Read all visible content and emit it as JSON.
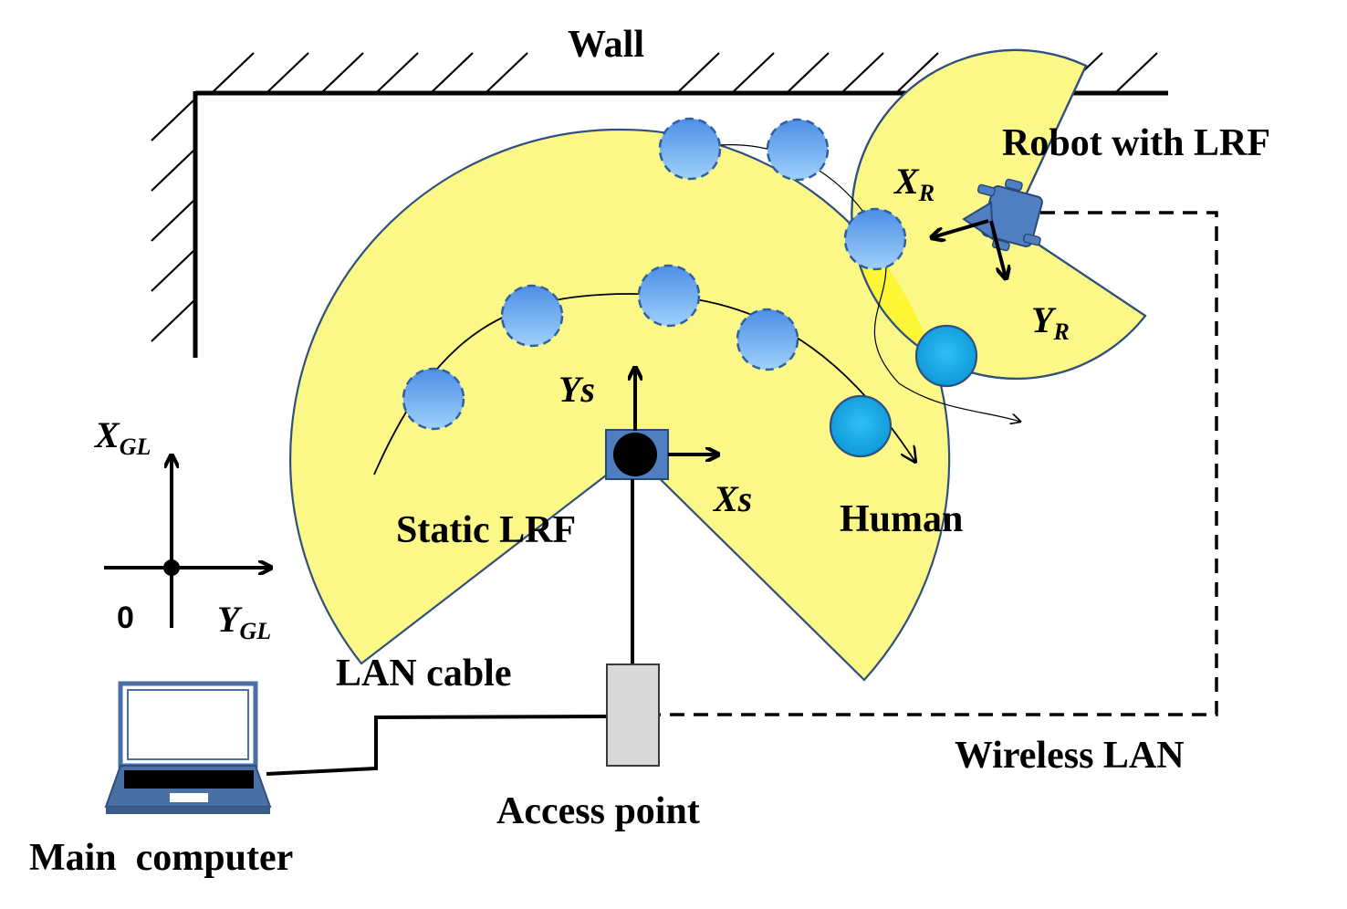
{
  "labels": {
    "wall": "Wall",
    "robot": "Robot with LRF",
    "static_lrf": "Static LRF",
    "human": "Human",
    "lan_cable": "LAN cable",
    "wireless_lan": "Wireless LAN",
    "access_point": "Access point",
    "main_computer": "Main  computer",
    "origin": "0"
  },
  "axes": {
    "global_x": {
      "main": "X",
      "sub": "GL"
    },
    "global_y": {
      "main": "Y",
      "sub": "GL"
    },
    "sensor_x": {
      "main": "Xs"
    },
    "sensor_y": {
      "main": "Ys"
    },
    "robot_x": {
      "main": "X",
      "sub": "R"
    },
    "robot_y": {
      "main": "Y",
      "sub": "R"
    }
  },
  "colors": {
    "scan_area": "#fcf887",
    "scan_outline": "#2f4f7f",
    "overlap": "#fcf52e",
    "human_past": "#6aa8f0",
    "human_current": "#1aa7e6",
    "device": "#4f7fc0",
    "access_point": "#d9d9d9"
  }
}
